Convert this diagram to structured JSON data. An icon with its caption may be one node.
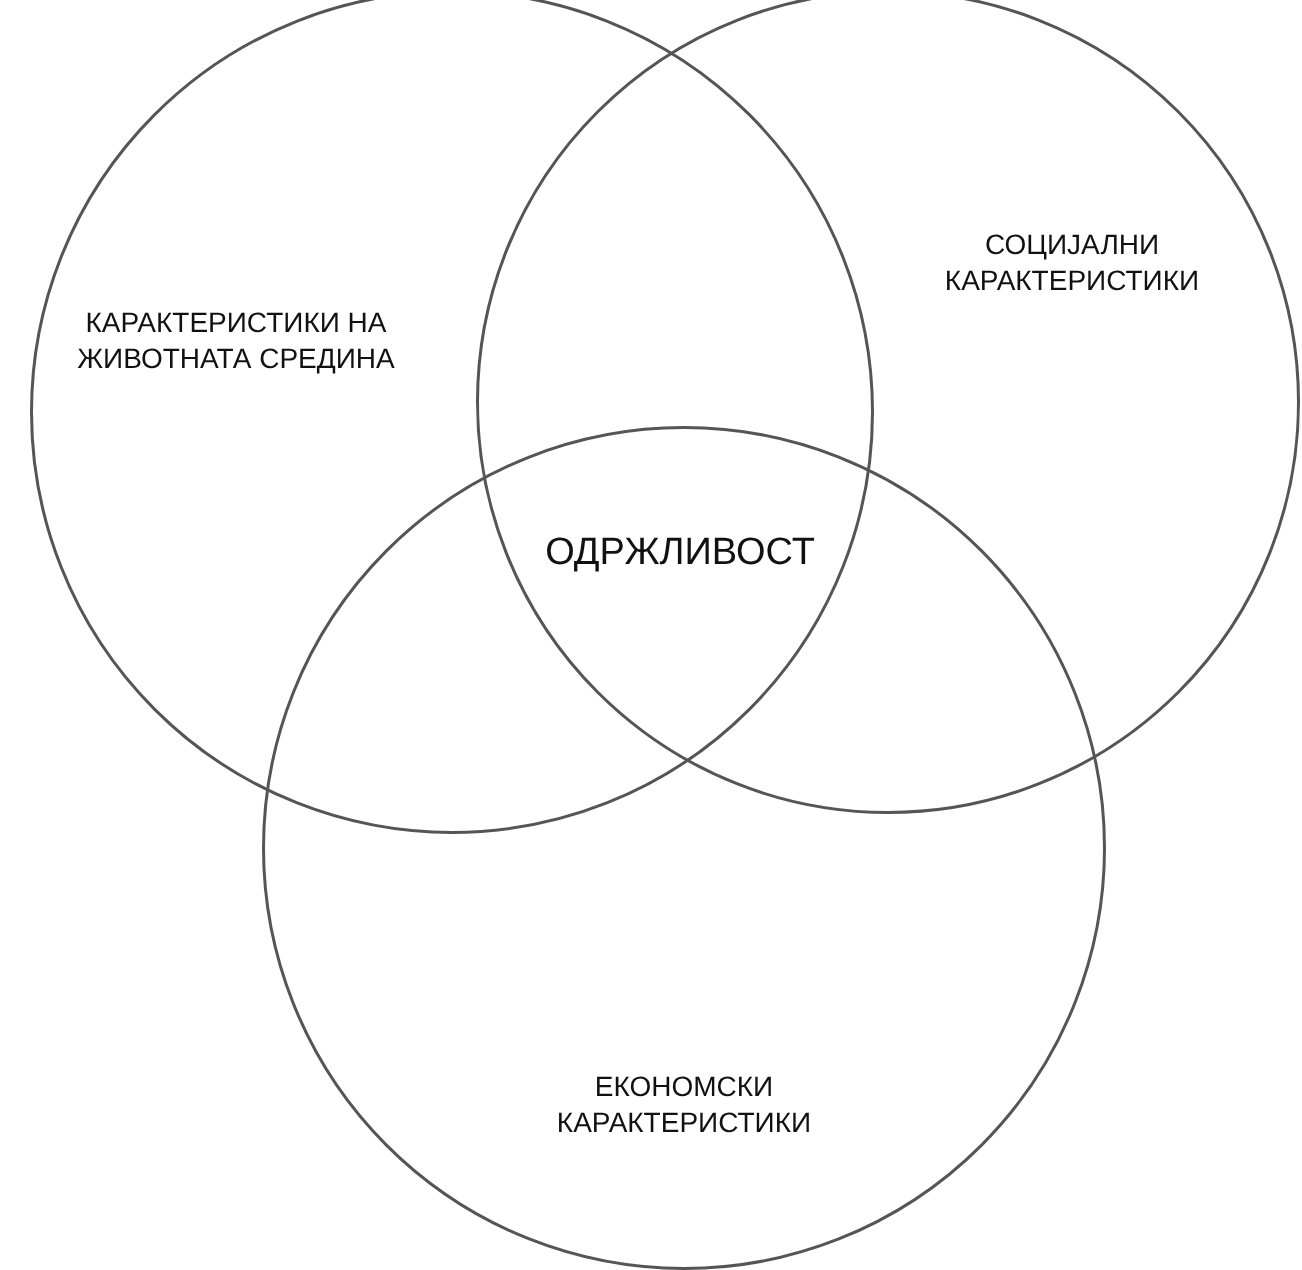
{
  "diagram": {
    "nodes": [
      {
        "text": [
          "КАРАКТЕРИСТИКИ НА ЖИВОТНАТА СРЕДИНА"
        ]
      },
      {
        "text": [
          "СОЦИЈАЛНИ КАРАКТЕРИСТИКИ"
        ]
      },
      {
        "text": [
          "ЕКОНОМСКИ КАРАКТЕРИСТИКИ"
        ]
      }
    ],
    "labels": [
      "ОДРЖЛИВОСТ"
    ]
  }
}
